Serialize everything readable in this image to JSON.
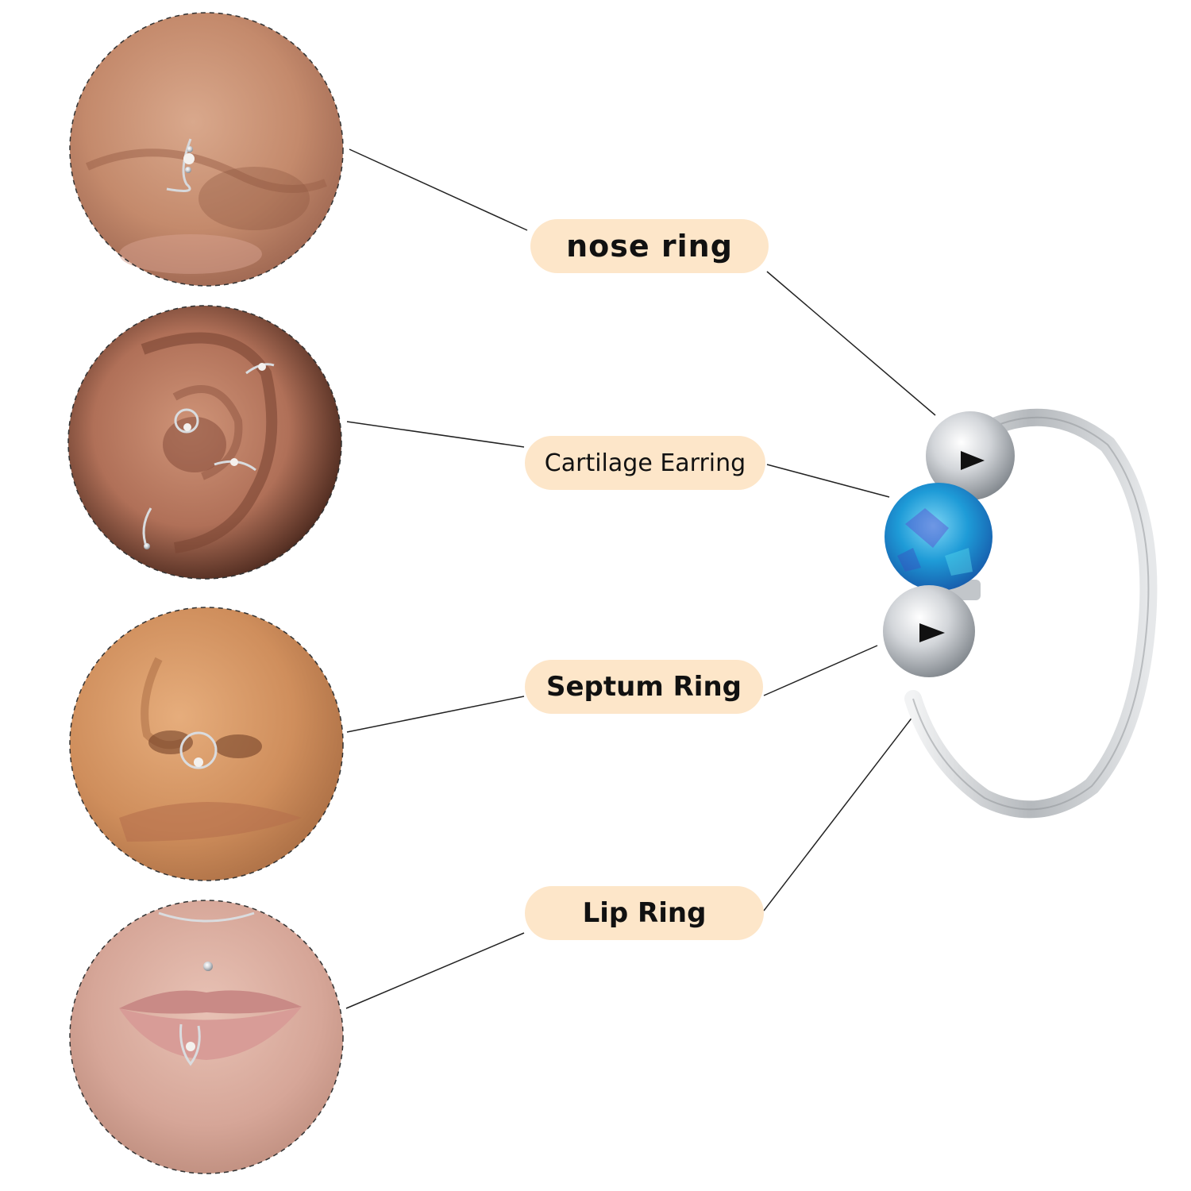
{
  "labels": {
    "nose_ring": "nose ring",
    "cartilage_earring": "Cartilage Earring",
    "septum_ring": "Septum Ring",
    "lip_ring": "Lip Ring"
  },
  "colors": {
    "label_background": "#fde6c9",
    "label_text": "#111111",
    "connector_line": "#222222",
    "opal": "#1e9bd7",
    "metal": "#c9ccd0"
  }
}
